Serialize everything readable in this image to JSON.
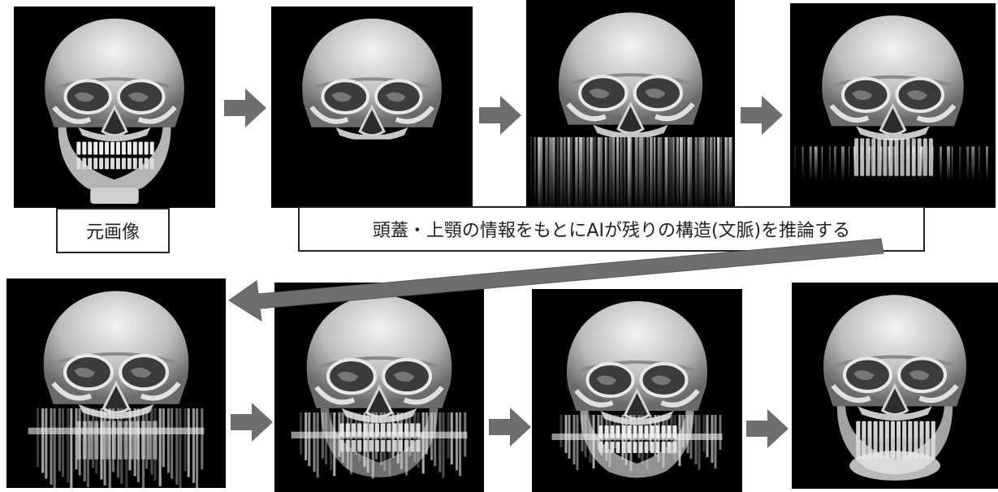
{
  "labels": {
    "original": "元画像",
    "caption": "頭蓋・上顎の情報をもとにAIが残りの構造(文脈)を推論する"
  },
  "panels": [
    {
      "name": "panel-original",
      "stage": "original",
      "lower": "full-skull"
    },
    {
      "name": "panel-step-1",
      "stage": "masked",
      "lower": "black"
    },
    {
      "name": "panel-step-2",
      "stage": "streaks",
      "lower": "streaks"
    },
    {
      "name": "panel-step-3",
      "stage": "partial-teeth",
      "lower": "partial"
    },
    {
      "name": "panel-step-4",
      "stage": "blurred-jaw",
      "lower": "blurred"
    },
    {
      "name": "panel-step-5",
      "stage": "jaw-forming",
      "lower": "forming"
    },
    {
      "name": "panel-step-6",
      "stage": "jaw-refined",
      "lower": "refined"
    },
    {
      "name": "panel-step-7",
      "stage": "final",
      "lower": "final"
    }
  ],
  "colors": {
    "arrow": "#6e6e6e",
    "background": "#000000",
    "bone": "#d8d8d8"
  }
}
